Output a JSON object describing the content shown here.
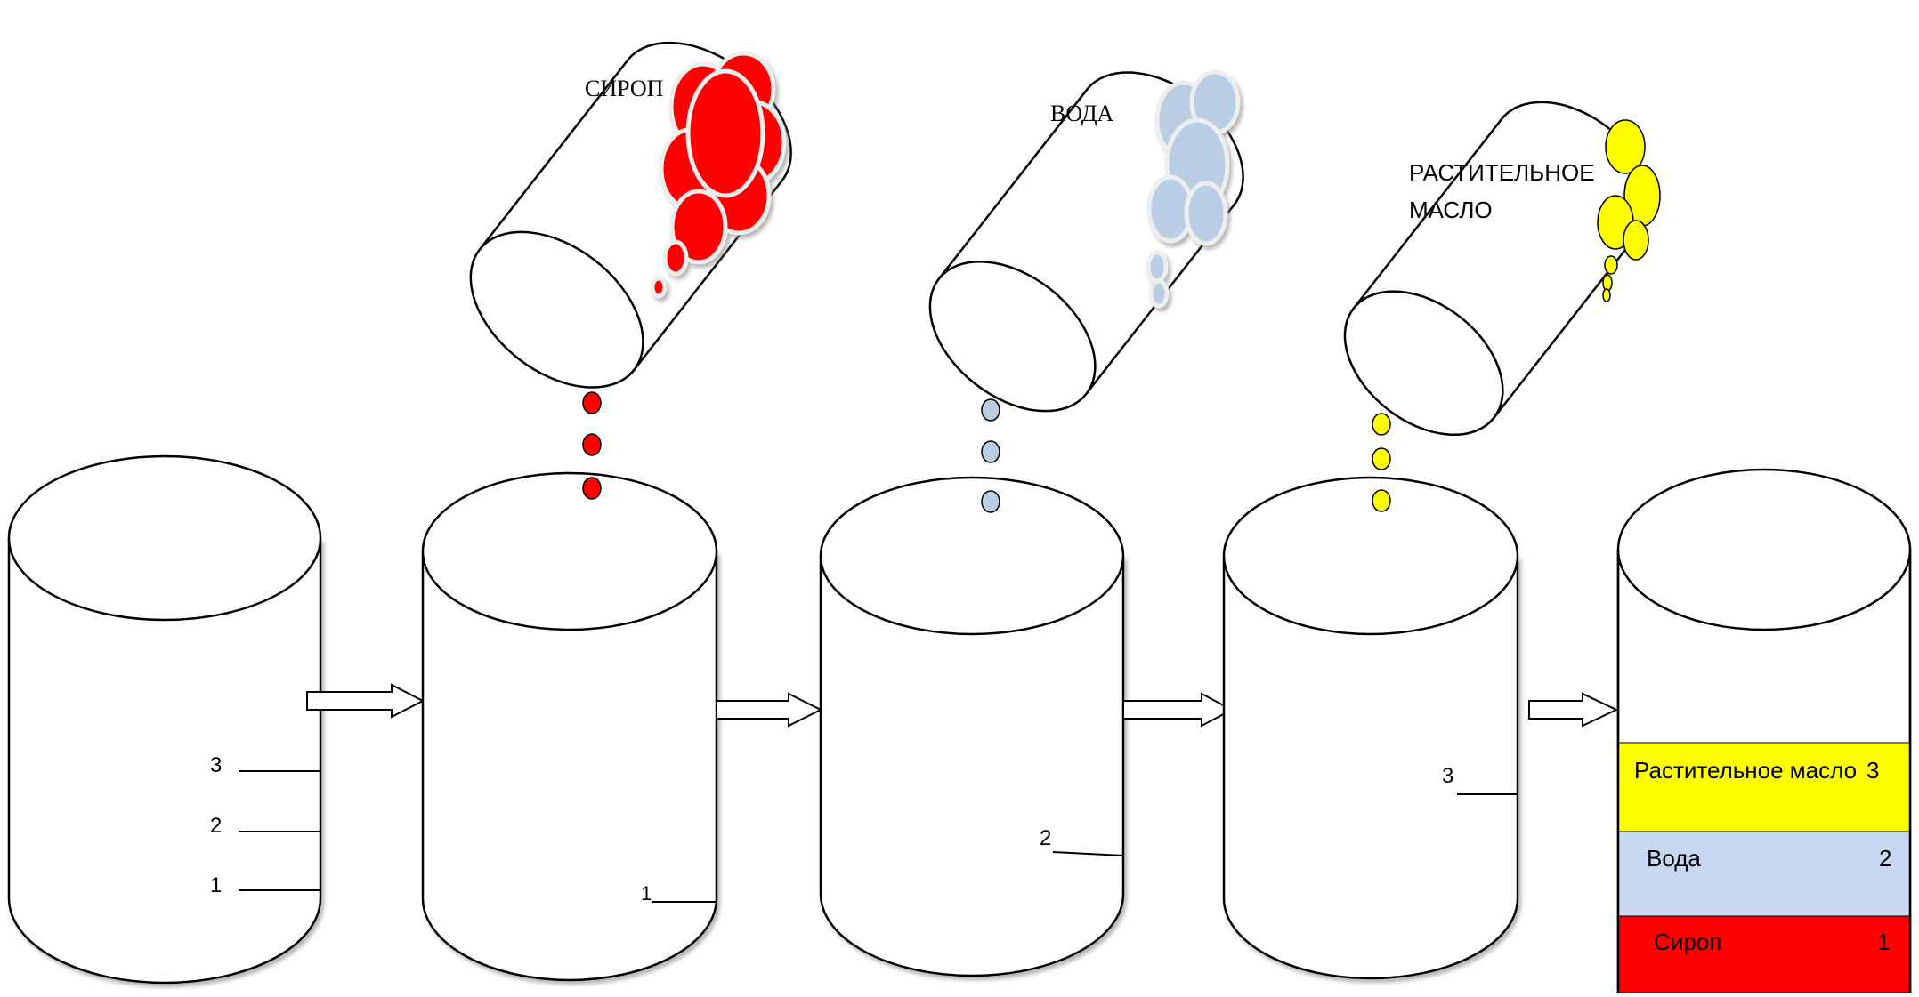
{
  "colors": {
    "syrup": "#ff0000",
    "water": "#b9cde5",
    "oil": "#ffff00",
    "water_layer": "#c6d9f1",
    "outline": "#000000"
  },
  "pouring_vessels": [
    {
      "label": "СИРОП",
      "color_key": "syrup"
    },
    {
      "label": "ВОДА",
      "color_key": "water"
    },
    {
      "label_line1": "РАСТИТЕЛЬНОЕ",
      "label_line2": "МАСЛО",
      "color_key": "oil"
    }
  ],
  "cylinders": {
    "first_marks": [
      "3",
      "2",
      "1"
    ],
    "second_mark": "1",
    "third_mark": "2",
    "fourth_mark": "3"
  },
  "result_layers": [
    {
      "name": "Растительное масло",
      "number": "3",
      "color_key": "oil"
    },
    {
      "name": "Вода",
      "number": "2",
      "color_key": "water_layer"
    },
    {
      "name": "Сироп",
      "number": "1",
      "color_key": "syrup"
    }
  ]
}
